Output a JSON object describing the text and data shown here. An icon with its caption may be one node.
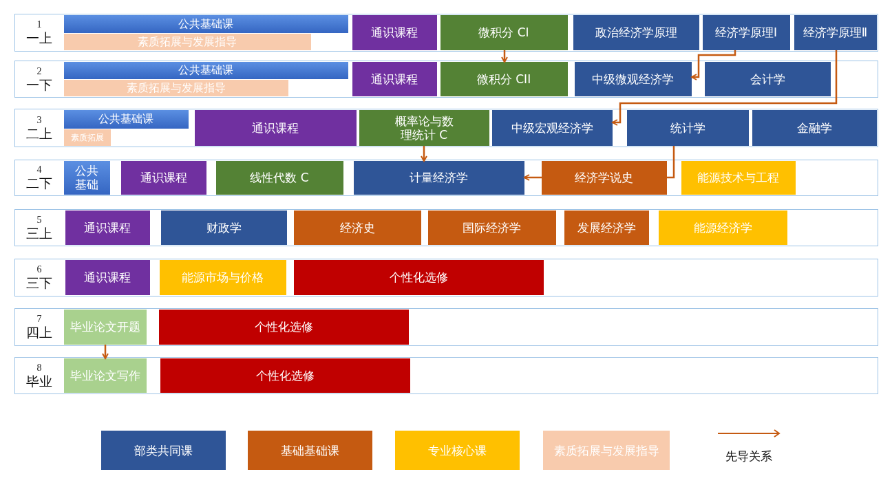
{
  "diagram": {
    "nodes": [
      {
        "text": [
          "1",
          "一上"
        ]
      },
      {
        "text": [
          "公共基础课"
        ],
        "in": 0
      },
      {
        "text": [
          "素质拓展与发展指导"
        ],
        "in": 0
      },
      {
        "text": [
          "通识课程"
        ],
        "in": 0
      },
      {
        "text": [
          "微积分 CI"
        ],
        "in": 0
      },
      {
        "text": [
          "政治经济学原理"
        ],
        "in": 0
      },
      {
        "text": [
          "经济学原理Ⅰ"
        ],
        "in": 0
      },
      {
        "text": [
          "经济学原理Ⅱ"
        ],
        "in": 0
      },
      {
        "text": [
          "2",
          "一下"
        ]
      },
      {
        "text": [
          "公共基础课"
        ],
        "in": 8
      },
      {
        "text": [
          "素质拓展与发展指导"
        ],
        "in": 8
      },
      {
        "text": [
          "通识课程"
        ],
        "in": 8
      },
      {
        "text": [
          "微积分 CII"
        ],
        "in": 8
      },
      {
        "text": [
          "中级微观经济学"
        ],
        "in": 8
      },
      {
        "text": [
          "会计学"
        ],
        "in": 8
      },
      {
        "text": [
          "3",
          "二上"
        ]
      },
      {
        "text": [
          "公共基础课"
        ],
        "in": 15
      },
      {
        "text": [
          "素质拓展"
        ],
        "in": 15
      },
      {
        "text": [
          "通识课程"
        ],
        "in": 15
      },
      {
        "text": [
          "概率论与数理统计 C"
        ],
        "in": 15
      },
      {
        "text": [
          "中级宏观经济学"
        ],
        "in": 15
      },
      {
        "text": [
          "统计学"
        ],
        "in": 15
      },
      {
        "text": [
          "金融学"
        ],
        "in": 15
      },
      {
        "text": [
          "4",
          "二下"
        ]
      },
      {
        "text": [
          "公共基础"
        ],
        "in": 23
      },
      {
        "text": [
          "通识课程"
        ],
        "in": 23
      },
      {
        "text": [
          "线性代数 C"
        ],
        "in": 23
      },
      {
        "text": [
          "计量经济学"
        ],
        "in": 23
      },
      {
        "text": [
          "经济学说史"
        ],
        "in": 23
      },
      {
        "text": [
          "能源技术与工程"
        ],
        "in": 23
      },
      {
        "text": [
          "5",
          "三上"
        ]
      },
      {
        "text": [
          "通识课程"
        ],
        "in": 30
      },
      {
        "text": [
          "财政学"
        ],
        "in": 30
      },
      {
        "text": [
          "经济史"
        ],
        "in": 30
      },
      {
        "text": [
          "国际经济学"
        ],
        "in": 30
      },
      {
        "text": [
          "发展经济学"
        ],
        "in": 30
      },
      {
        "text": [
          "能源经济学"
        ],
        "in": 30
      },
      {
        "text": [
          "6",
          "三下"
        ]
      },
      {
        "text": [
          "通识课程"
        ],
        "in": 37
      },
      {
        "text": [
          "能源市场与价格"
        ],
        "in": 37
      },
      {
        "text": [
          "个性化选修"
        ],
        "in": 37
      },
      {
        "text": [
          "7",
          "四上"
        ]
      },
      {
        "text": [
          "毕业论文开题"
        ],
        "in": 41
      },
      {
        "text": [
          "个性化选修"
        ],
        "in": 41
      },
      {
        "text": [
          "8",
          "毕业"
        ]
      },
      {
        "text": [
          "毕业论文写作"
        ],
        "in": 44
      },
      {
        "text": [
          "个性化选修"
        ],
        "in": 44
      }
    ],
    "edges": [
      {
        "from": 4,
        "to": 12,
        "arrow": "to"
      },
      {
        "from": 6,
        "to": 13,
        "arrow": "to"
      },
      {
        "from": 7,
        "to": 20,
        "arrow": "to"
      },
      {
        "from": 19,
        "to": 27,
        "arrow": "to"
      },
      {
        "from": 21,
        "to": 28,
        "arrow": "none"
      },
      {
        "from": 28,
        "to": 27,
        "arrow": "to"
      },
      {
        "from": 42,
        "to": 45,
        "arrow": "to"
      }
    ],
    "legend": [
      {
        "text": "部类共同课",
        "color": "#2f5597"
      },
      {
        "text": "基础基础课",
        "color": "#c55a11"
      },
      {
        "text": "专业核心课",
        "color": "#ffc000"
      },
      {
        "text": "素质拓展与发展指导",
        "color": "#f8cbad"
      },
      {
        "text": "先导关系"
      }
    ]
  }
}
